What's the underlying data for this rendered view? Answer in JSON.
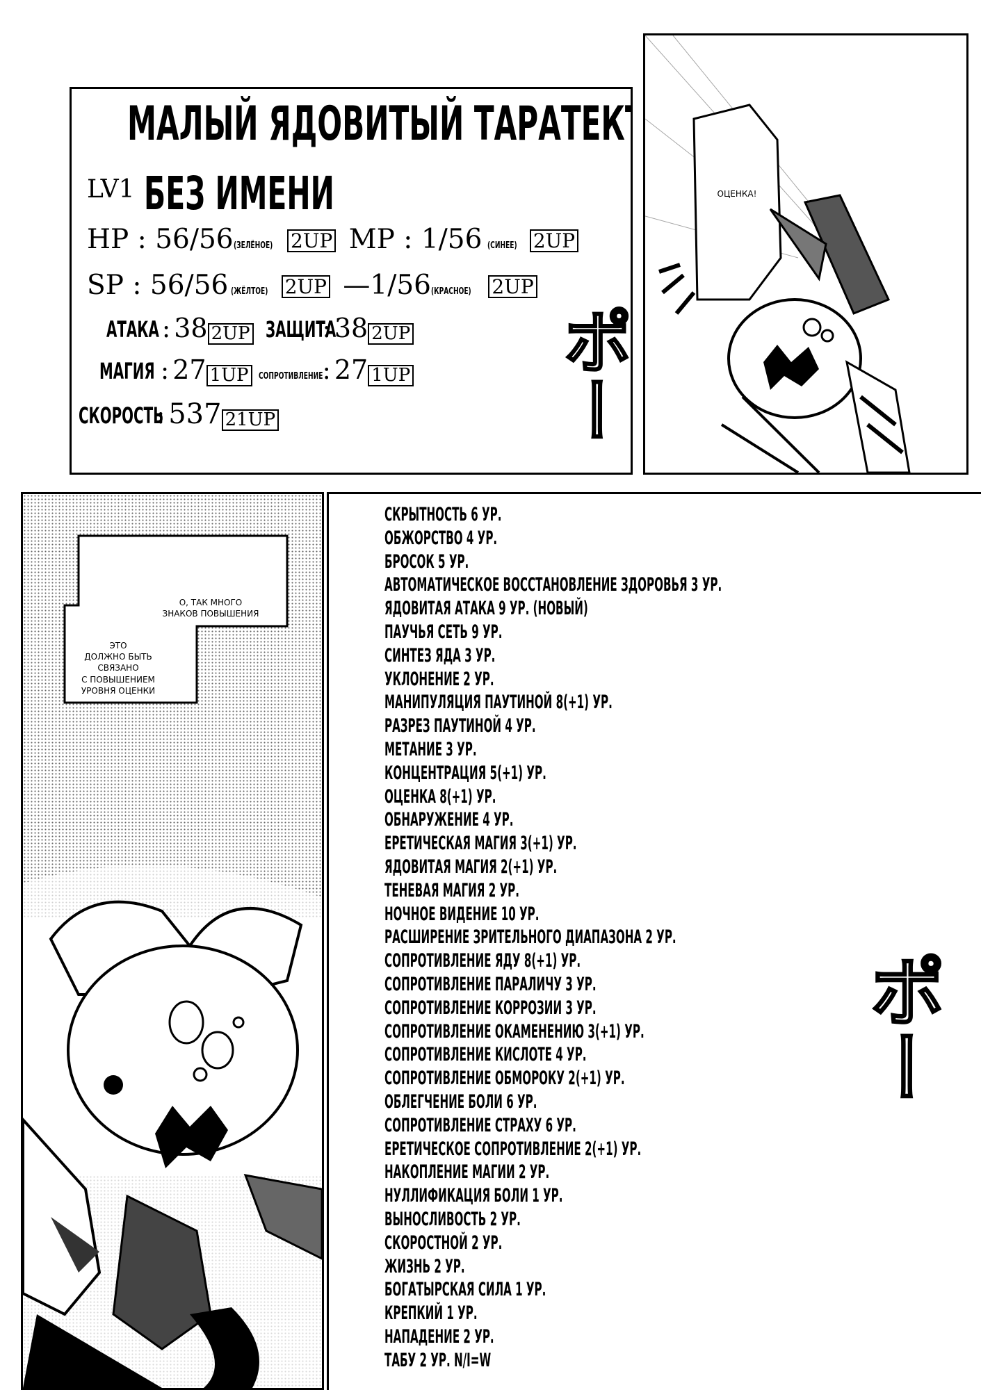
{
  "status": {
    "title": "МАЛЫЙ ЯДОВИТЫЙ ТАРАТЕКТ",
    "level": "LV1",
    "name": "БЕЗ ИМЕНИ",
    "hp_label": "HP",
    "hp_value": "56/56",
    "hp_note": "(ЗЕЛЁНОЕ)",
    "hp_up": "2UP",
    "mp_label": "MP",
    "mp_value": "1/56",
    "mp_note": "(СИНЕЕ)",
    "mp_up": "2UP",
    "sp_label": "SP",
    "sp_value": "56/56",
    "sp_note": "(ЖЁЛТОЕ)",
    "sp_up": "2UP",
    "sp2_value": "—1/56",
    "sp2_note": "(КРАСНОЕ)",
    "sp2_up": "2UP",
    "colon": ":",
    "attack_label": "АТАКА",
    "attack_value": "38",
    "attack_up": "2UP",
    "defense_label": "ЗАЩИТА",
    "defense_value": "38",
    "defense_up": "2UP",
    "magic_label": "МАГИЯ",
    "magic_value": "27",
    "magic_up": "1UP",
    "resist_label": "СОПРОТИВЛЕНИЕ",
    "resist_value": "27",
    "resist_up": "1UP",
    "speed_label": "СКОРОСТЬ",
    "speed_value": "537",
    "speed_up": "21UP"
  },
  "bubbles": {
    "appraisal": "ОЦЕНКА!",
    "many_signs_1": "О, ТАК МНОГО",
    "many_signs_2": "ЗНАКОВ ПОВЫШЕНИЯ",
    "related_1": "ЭТО",
    "related_2": "ДОЛЖНО БЫТЬ",
    "related_3": "СВЯЗАНО",
    "related_4": "С ПОВЫШЕНИЕМ",
    "related_5": "УРОВНЯ ОЦЕНКИ"
  },
  "sfx": {
    "top": "ポー",
    "right": "ポー"
  },
  "skills": [
    "СКРЫТНОСТЬ 6 УР.",
    "ОБЖОРСТВО 4 УР.",
    "БРОСОК 5 УР.",
    "АВТОМАТИЧЕСКОЕ ВОССТАНОВЛЕНИЕ ЗДОРОВЬЯ 3 УР.",
    "ЯДОВИТАЯ АТАКА 9 УР. (НОВЫЙ)",
    "ПАУЧЬЯ СЕТЬ 9 УР.",
    "СИНТЕЗ ЯДА 3 УР.",
    "УКЛОНЕНИЕ 2 УР.",
    "МАНИПУЛЯЦИЯ ПАУТИНОЙ 8(+1) УР.",
    "РАЗРЕЗ ПАУТИНОЙ 4 УР.",
    "МЕТАНИЕ 3 УР.",
    "КОНЦЕНТРАЦИЯ 5(+1) УР.",
    "ОЦЕНКА 8(+1) УР.",
    "ОБНАРУЖЕНИЕ 4 УР.",
    "ЕРЕТИЧЕСКАЯ МАГИЯ 3(+1) УР.",
    "ЯДОВИТАЯ МАГИЯ 2(+1) УР.",
    "ТЕНЕВАЯ МАГИЯ 2 УР.",
    "НОЧНОЕ ВИДЕНИЕ 10 УР.",
    "РАСШИРЕНИЕ ЗРИТЕЛЬНОГО ДИАПАЗОНА 2 УР.",
    "СОПРОТИВЛЕНИЕ ЯДУ 8(+1) УР.",
    "СОПРОТИВЛЕНИЕ ПАРАЛИЧУ 3 УР.",
    "СОПРОТИВЛЕНИЕ КОРРОЗИИ 3 УР.",
    "СОПРОТИВЛЕНИЕ ОКАМЕНЕНИЮ 3(+1) УР.",
    "СОПРОТИВЛЕНИЕ КИСЛОТЕ 4 УР.",
    "СОПРОТИВЛЕНИЕ ОБМОРОКУ 2(+1) УР.",
    "ОБЛЕГЧЕНИЕ БОЛИ 6 УР.",
    "СОПРОТИВЛЕНИЕ СТРАХУ 6 УР.",
    "ЕРЕТИЧЕСКОЕ СОПРОТИВЛЕНИЕ 2(+1) УР.",
    "НАКОПЛЕНИЕ МАГИИ 2 УР.",
    "НУЛЛИФИКАЦИЯ БОЛИ 1 УР.",
    "ВЫНОСЛИВОСТЬ 2 УР.",
    "СКОРОСТНОЙ 2 УР.",
    "ЖИЗНЬ 2 УР.",
    "БОГАТЫРСКАЯ СИЛА 1 УР.",
    "КРЕПКИЙ 1 УР.",
    "НАПАДЕНИЕ 2 УР.",
    "ТАБУ 2 УР. N/I=W"
  ]
}
